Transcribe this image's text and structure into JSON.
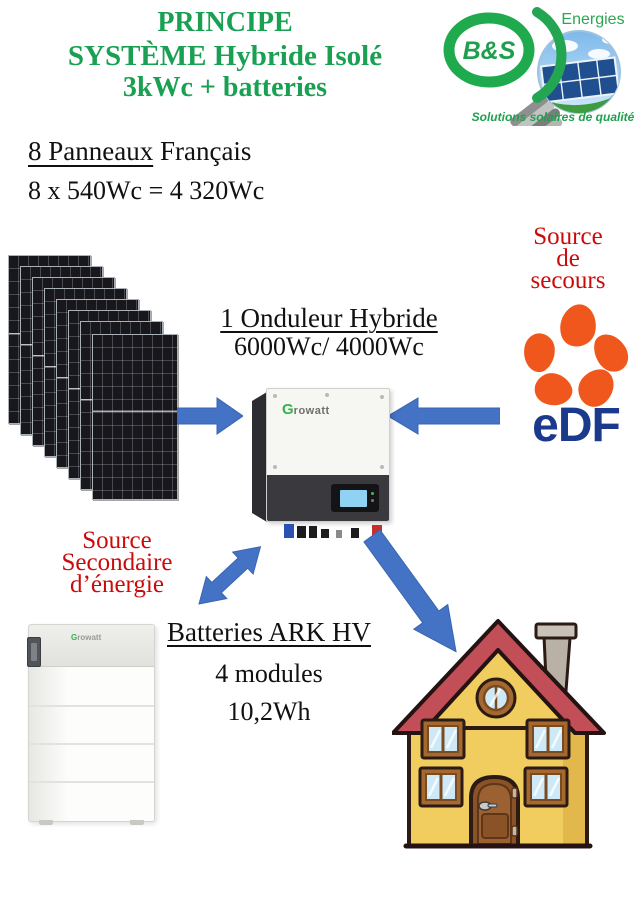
{
  "title": {
    "line1": "PRINCIPE",
    "line2": "SYSTÈME Hybride Isolé",
    "line3": "3kWc + batteries"
  },
  "logo": {
    "brand": "B&S",
    "name": "Energies",
    "tagline": "Solutions solaires de qualité"
  },
  "panels": {
    "heading_underlined": "8 Panneaux",
    "heading_rest": " Français",
    "formula": "8 x 540Wc = 4 320Wc"
  },
  "inverter": {
    "label": "1 Onduleur Hybride",
    "spec": "6000Wc/ 4000Wc",
    "brand_g": "G",
    "brand_rest": "rowatt"
  },
  "backup_source": {
    "line1": "Source",
    "line2": "de",
    "line3": "secours",
    "provider": "eDF"
  },
  "secondary_source": {
    "line1": "Source",
    "line2": "Secondaire",
    "line3": "d’énergie"
  },
  "battery": {
    "label": "Batteries ARK HV",
    "modules": "4 modules",
    "capacity": "10,2Wh",
    "brand_g": "G",
    "brand_rest": "rowatt"
  },
  "colors": {
    "green": "#19a052",
    "red": "#cb0b0b",
    "arrow_blue": "#4472c4",
    "edf_orange": "#f0571d",
    "edf_blue": "#1b3a8c",
    "house_yellow": "#f1cd60",
    "roof_red": "#c24e57"
  }
}
